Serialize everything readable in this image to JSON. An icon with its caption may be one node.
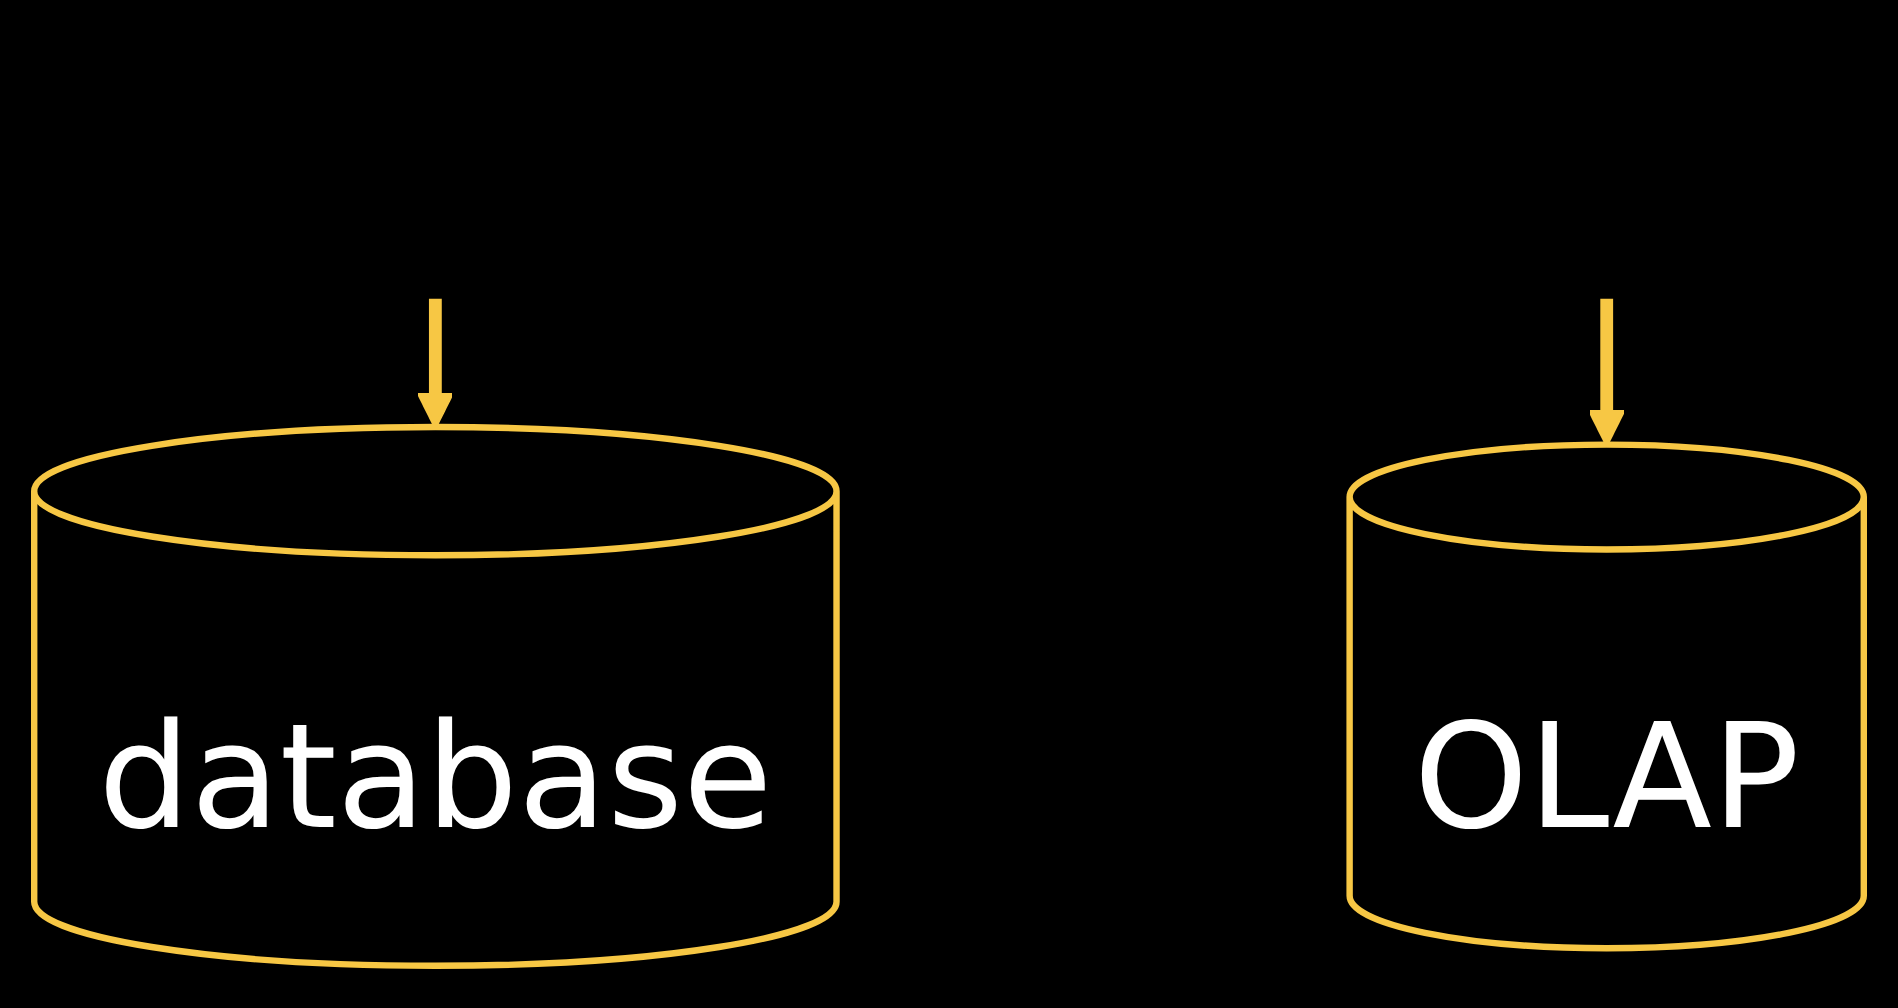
{
  "diagram": {
    "nodes": [
      {
        "text": [
          "database"
        ]
      },
      {
        "text": [
          "OLAP"
        ]
      }
    ],
    "edges": [
      {
        "from": null,
        "to": 0,
        "arrow": "to"
      },
      {
        "from": null,
        "to": 1,
        "arrow": "to"
      }
    ]
  }
}
